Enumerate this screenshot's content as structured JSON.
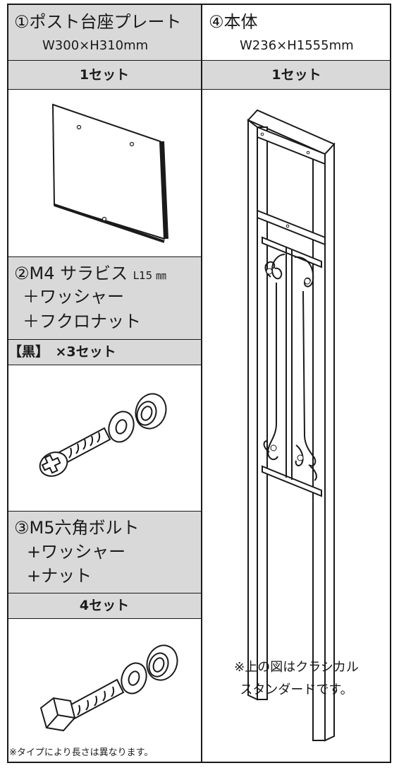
{
  "plate": {
    "title": "①ポスト台座プレート",
    "dims": "W300×H310mm",
    "count": "1セット",
    "image": "base-plate-drawing"
  },
  "body_part": {
    "title": "④本体",
    "dims": "W236×H1555mm",
    "count": "1セット",
    "image": "post-body-drawing",
    "note_line1": "※上の図はクラシカル",
    "note_line2": "スタンダードです。"
  },
  "screw": {
    "line1_main": "②M4 サラビス ",
    "line1_small": "L15 ㎜",
    "line2": "＋ワッシャー",
    "line3": "＋フクロナット",
    "count": "【黒】　×3セット",
    "image": "screw-washer-capnut-drawing"
  },
  "bolt": {
    "line1": "③M5六角ボルト",
    "line2": "+ワッシャー",
    "line3": "+ナット",
    "count": "4セット",
    "image": "hex-bolt-washer-nut-drawing",
    "footnote": "※タイプにより長さは異なります。"
  }
}
